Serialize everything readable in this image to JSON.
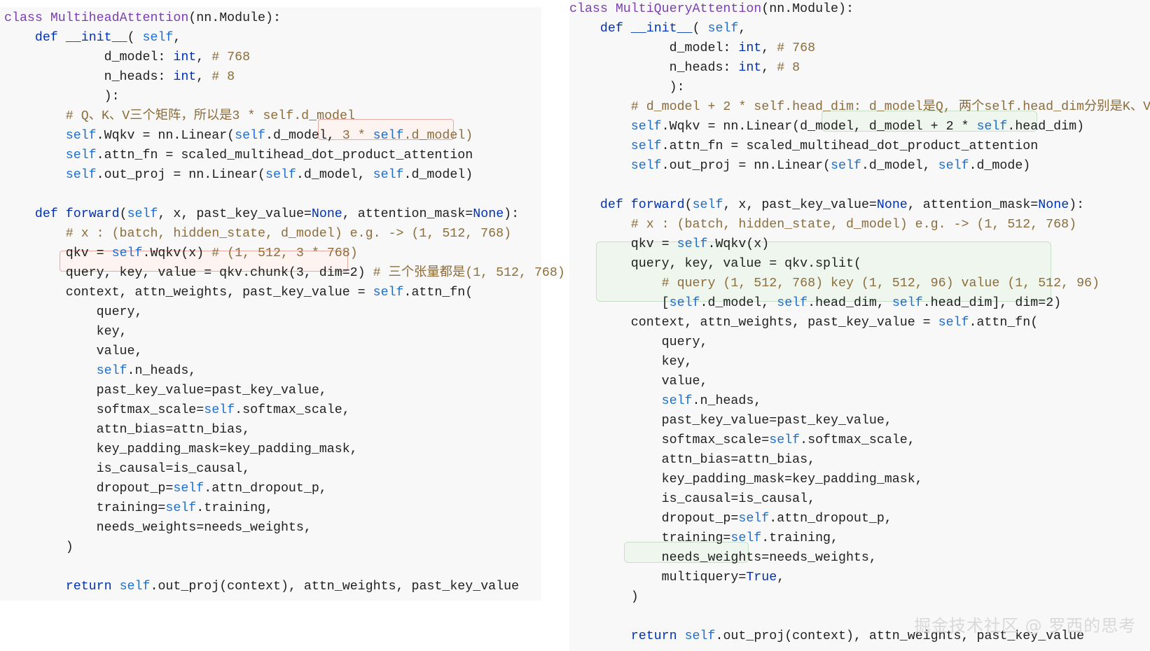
{
  "left": {
    "lines": [
      [
        [
          "cls",
          "class "
        ],
        [
          "cls",
          "MultiheadAttention"
        ],
        [
          "",
          "(nn.Module):"
        ]
      ],
      [
        [
          "",
          "    "
        ],
        [
          "kw",
          "def"
        ],
        [
          "",
          " "
        ],
        [
          "kw",
          "__init__"
        ],
        [
          "",
          "( "
        ],
        [
          "self",
          "self"
        ],
        [
          "",
          ","
        ]
      ],
      [
        [
          "",
          "             d_model: "
        ],
        [
          "kw",
          "int"
        ],
        [
          "",
          ", "
        ],
        [
          "cm",
          "# 768"
        ]
      ],
      [
        [
          "",
          "             n_heads: "
        ],
        [
          "kw",
          "int"
        ],
        [
          "",
          ", "
        ],
        [
          "cm",
          "# 8"
        ]
      ],
      [
        [
          "",
          "             ):"
        ]
      ],
      [
        [
          "",
          "        "
        ],
        [
          "cm",
          "# Q、K、V三个矩阵，所以是3 * self.d_model"
        ]
      ],
      [
        [
          "",
          "        "
        ],
        [
          "self",
          "self"
        ],
        [
          "",
          ".Wqkv = nn.Linear("
        ],
        [
          "self",
          "self"
        ],
        [
          "",
          ".d_model, "
        ],
        [
          "cm",
          "3 * "
        ],
        [
          "self",
          "self"
        ],
        [
          "cm",
          ".d_model)"
        ]
      ],
      [
        [
          "",
          "        "
        ],
        [
          "self",
          "self"
        ],
        [
          "",
          ".attn_fn = scaled_multihead_dot_product_attention"
        ]
      ],
      [
        [
          "",
          "        "
        ],
        [
          "self",
          "self"
        ],
        [
          "",
          ".out_proj = nn.Linear("
        ],
        [
          "self",
          "self"
        ],
        [
          "",
          ".d_model, "
        ],
        [
          "self",
          "self"
        ],
        [
          "",
          ".d_model)"
        ]
      ],
      [
        [
          "",
          ""
        ]
      ],
      [
        [
          "",
          "    "
        ],
        [
          "kw",
          "def"
        ],
        [
          "",
          " "
        ],
        [
          "kw",
          "forward"
        ],
        [
          "",
          "("
        ],
        [
          "self",
          "self"
        ],
        [
          "",
          ", x, past_key_value="
        ],
        [
          "kw",
          "None"
        ],
        [
          "",
          ", attention_mask="
        ],
        [
          "kw",
          "None"
        ],
        [
          "",
          "):"
        ]
      ],
      [
        [
          "",
          "        "
        ],
        [
          "cm",
          "# x : (batch, hidden_state, d_model) e.g. -> (1, 512, 768)"
        ]
      ],
      [
        [
          "",
          "        qkv = "
        ],
        [
          "self",
          "self"
        ],
        [
          "",
          ".Wqkv(x) "
        ],
        [
          "cm",
          "# (1, 512, 3 * 768)"
        ]
      ],
      [
        [
          "",
          "        query, key, value = qkv.chunk(3, dim=2) "
        ],
        [
          "cm",
          "# 三个张量都是(1, 512, 768)"
        ]
      ],
      [
        [
          "",
          "        context, attn_weights, past_key_value = "
        ],
        [
          "self",
          "self"
        ],
        [
          "",
          ".attn_fn("
        ]
      ],
      [
        [
          "",
          "            query,"
        ]
      ],
      [
        [
          "",
          "            key,"
        ]
      ],
      [
        [
          "",
          "            value,"
        ]
      ],
      [
        [
          "",
          "            "
        ],
        [
          "self",
          "self"
        ],
        [
          "",
          ".n_heads,"
        ]
      ],
      [
        [
          "",
          "            past_key_value=past_key_value,"
        ]
      ],
      [
        [
          "",
          "            softmax_scale="
        ],
        [
          "self",
          "self"
        ],
        [
          "",
          ".softmax_scale,"
        ]
      ],
      [
        [
          "",
          "            attn_bias=attn_bias,"
        ]
      ],
      [
        [
          "",
          "            key_padding_mask=key_padding_mask,"
        ]
      ],
      [
        [
          "",
          "            is_causal=is_causal,"
        ]
      ],
      [
        [
          "",
          "            dropout_p="
        ],
        [
          "self",
          "self"
        ],
        [
          "",
          ".attn_dropout_p,"
        ]
      ],
      [
        [
          "",
          "            training="
        ],
        [
          "self",
          "self"
        ],
        [
          "",
          ".training,"
        ]
      ],
      [
        [
          "",
          "            needs_weights=needs_weights,"
        ]
      ],
      [
        [
          "",
          "        )"
        ]
      ],
      [
        [
          "",
          ""
        ]
      ],
      [
        [
          "",
          "        "
        ],
        [
          "kw",
          "return"
        ],
        [
          "",
          " "
        ],
        [
          "self",
          "self"
        ],
        [
          "",
          ".out_proj(context), attn_weights, past_key_value"
        ]
      ]
    ]
  },
  "right": {
    "lines": [
      [
        [
          "cls",
          "class "
        ],
        [
          "cls",
          "MultiQueryAttention"
        ],
        [
          "",
          "(nn.Module):"
        ]
      ],
      [
        [
          "",
          "    "
        ],
        [
          "kw",
          "def"
        ],
        [
          "",
          " "
        ],
        [
          "kw",
          "__init__"
        ],
        [
          "",
          "( "
        ],
        [
          "self",
          "self"
        ],
        [
          "",
          ","
        ]
      ],
      [
        [
          "",
          "             d_model: "
        ],
        [
          "kw",
          "int"
        ],
        [
          "",
          ", "
        ],
        [
          "cm",
          "# 768"
        ]
      ],
      [
        [
          "",
          "             n_heads: "
        ],
        [
          "kw",
          "int"
        ],
        [
          "",
          ", "
        ],
        [
          "cm",
          "# 8"
        ]
      ],
      [
        [
          "",
          "             ):"
        ]
      ],
      [
        [
          "",
          "        "
        ],
        [
          "cm",
          "# d_model + 2 * self.head_dim: d_model是Q, 两个self.head_dim分别是K、V"
        ]
      ],
      [
        [
          "",
          "        "
        ],
        [
          "self",
          "self"
        ],
        [
          "",
          ".Wqkv = nn.Linear(d_model, d_model + 2 * "
        ],
        [
          "self",
          "self"
        ],
        [
          "",
          ".head_dim)"
        ]
      ],
      [
        [
          "",
          "        "
        ],
        [
          "self",
          "self"
        ],
        [
          "",
          ".attn_fn = scaled_multihead_dot_product_attention"
        ]
      ],
      [
        [
          "",
          "        "
        ],
        [
          "self",
          "self"
        ],
        [
          "",
          ".out_proj = nn.Linear("
        ],
        [
          "self",
          "self"
        ],
        [
          "",
          ".d_model, "
        ],
        [
          "self",
          "self"
        ],
        [
          "",
          ".d_mode)"
        ]
      ],
      [
        [
          "",
          ""
        ]
      ],
      [
        [
          "",
          "    "
        ],
        [
          "kw",
          "def"
        ],
        [
          "",
          " "
        ],
        [
          "kw",
          "forward"
        ],
        [
          "",
          "("
        ],
        [
          "self",
          "self"
        ],
        [
          "",
          ", x, past_key_value="
        ],
        [
          "kw",
          "None"
        ],
        [
          "",
          ", attention_mask="
        ],
        [
          "kw",
          "None"
        ],
        [
          "",
          "):"
        ]
      ],
      [
        [
          "",
          "        "
        ],
        [
          "cm",
          "# x : (batch, hidden_state, d_model) e.g. -> (1, 512, 768)"
        ]
      ],
      [
        [
          "",
          "        qkv = "
        ],
        [
          "self",
          "self"
        ],
        [
          "",
          ".Wqkv(x)"
        ]
      ],
      [
        [
          "",
          "        query, key, value = qkv.split("
        ]
      ],
      [
        [
          "",
          "            "
        ],
        [
          "cm",
          "# query (1, 512, 768) key (1, 512, 96) value (1, 512, 96)"
        ]
      ],
      [
        [
          "",
          "            ["
        ],
        [
          "self",
          "self"
        ],
        [
          "",
          ".d_model, "
        ],
        [
          "self",
          "self"
        ],
        [
          "",
          ".head_dim, "
        ],
        [
          "self",
          "self"
        ],
        [
          "",
          ".head_dim], dim=2)"
        ]
      ],
      [
        [
          "",
          "        context, attn_weights, past_key_value = "
        ],
        [
          "self",
          "self"
        ],
        [
          "",
          ".attn_fn("
        ]
      ],
      [
        [
          "",
          "            query,"
        ]
      ],
      [
        [
          "",
          "            key,"
        ]
      ],
      [
        [
          "",
          "            value,"
        ]
      ],
      [
        [
          "",
          "            "
        ],
        [
          "self",
          "self"
        ],
        [
          "",
          ".n_heads,"
        ]
      ],
      [
        [
          "",
          "            past_key_value=past_key_value,"
        ]
      ],
      [
        [
          "",
          "            softmax_scale="
        ],
        [
          "self",
          "self"
        ],
        [
          "",
          ".softmax_scale,"
        ]
      ],
      [
        [
          "",
          "            attn_bias=attn_bias,"
        ]
      ],
      [
        [
          "",
          "            key_padding_mask=key_padding_mask,"
        ]
      ],
      [
        [
          "",
          "            is_causal=is_causal,"
        ]
      ],
      [
        [
          "",
          "            dropout_p="
        ],
        [
          "self",
          "self"
        ],
        [
          "",
          ".attn_dropout_p,"
        ]
      ],
      [
        [
          "",
          "            training="
        ],
        [
          "self",
          "self"
        ],
        [
          "",
          ".training,"
        ]
      ],
      [
        [
          "",
          "            needs_weights=needs_weights,"
        ]
      ],
      [
        [
          "",
          "            multiquery="
        ],
        [
          "kw",
          "True"
        ],
        [
          "",
          ","
        ]
      ],
      [
        [
          "",
          "        )"
        ]
      ],
      [
        [
          "",
          ""
        ]
      ],
      [
        [
          "",
          "        "
        ],
        [
          "kw",
          "return"
        ],
        [
          "",
          " "
        ],
        [
          "self",
          "self"
        ],
        [
          "",
          ".out_proj(context), attn_weights, past_key_value"
        ]
      ]
    ]
  },
  "watermark": "掘金技术社区 @ 罗西的思考"
}
